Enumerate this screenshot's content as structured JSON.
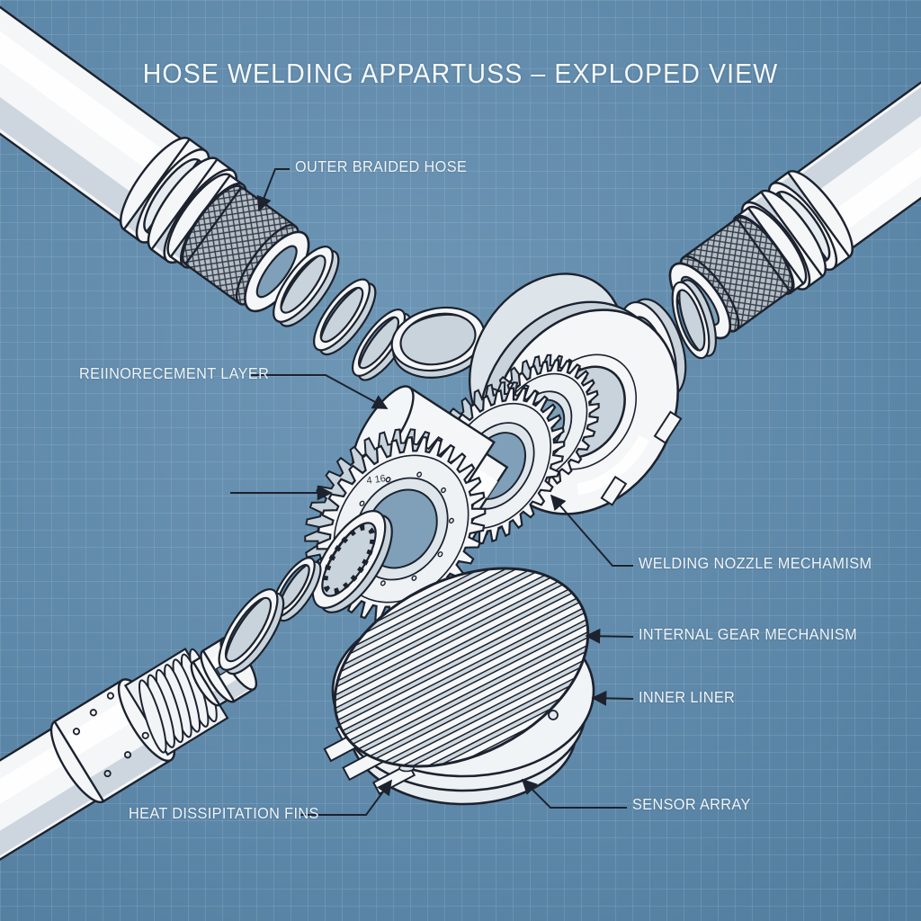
{
  "title": "HOSE WELDING APPARTUSS – EXPLOPED VIEW",
  "labels": {
    "outer_braided_hose": "OUTER BRAIDED HOSE",
    "reinforcement_layer": "REIINORECEMENT LAYER",
    "welding_nozzle_mechanism": "WELDING NOZZLE MECHAMISM",
    "internal_gear_mechanism": "INTERNAL GEAR MECHANISM",
    "inner_liner": "INNER LINER",
    "heat_dissipation_fins": "HEAT DISSIPITATION FINS",
    "sensor_array": "SENSOR ARRAY"
  },
  "gear_marking": "4 16",
  "colors": {
    "background": "#5d87a8",
    "grid_line": "#7fa3bd",
    "line_art": "#1c222e",
    "part_fill": "#f4f6f8",
    "label_text": "#eef4f8"
  }
}
